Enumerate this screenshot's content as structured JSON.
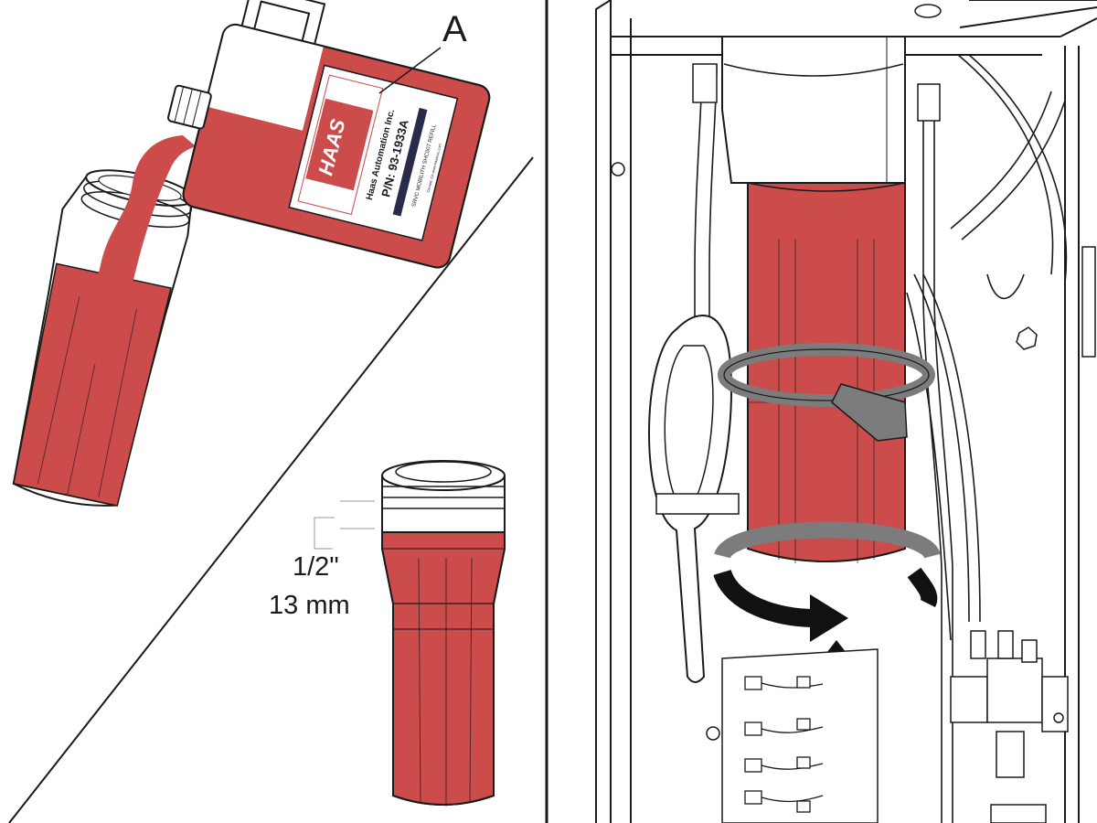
{
  "callout": {
    "letter": "A"
  },
  "bottle_label": {
    "brand": "HAAS",
    "company": "Haas Automation Inc.",
    "part_number": "P/N: 93-1933A",
    "description": "SRVC MOBILITH SHC007 REFILL",
    "fine_print": "Oxnard, CA  www.haascnc.com"
  },
  "dimension": {
    "imperial": "1/2\"",
    "metric": "13 mm"
  },
  "colors": {
    "grease_red": "#cc4b4b",
    "outline": "#1a1a1a",
    "wrench_gray": "#7c7c7c",
    "arrow_black": "#111111",
    "label_dark": "#2a2a4a"
  },
  "icons": [
    "rotate-arrow-icon",
    "push-up-arrow-icon",
    "filter-wrench-icon"
  ]
}
